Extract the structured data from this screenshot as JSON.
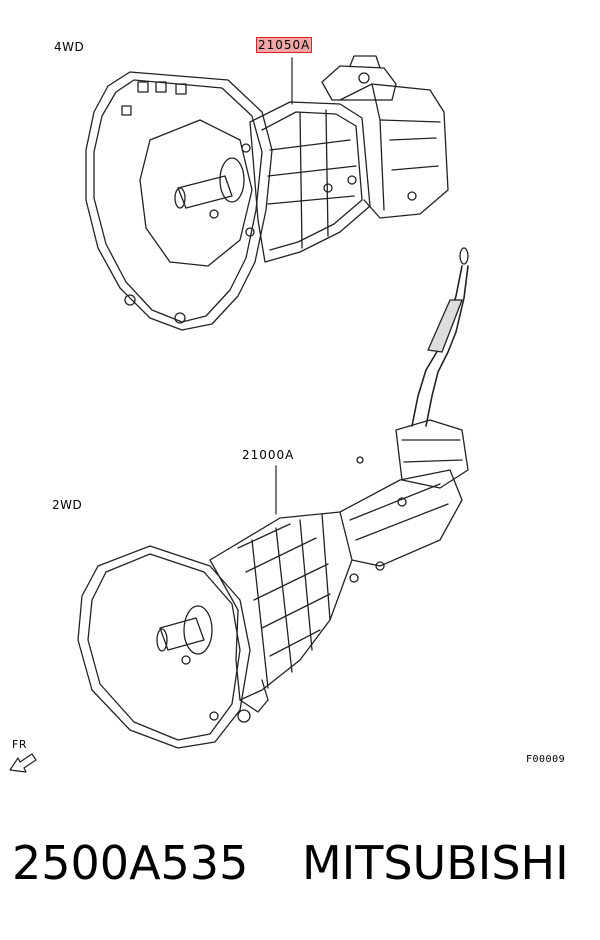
{
  "labels": {
    "top_variant": "4WD",
    "bottom_variant": "2WD",
    "top_part": "21050A",
    "bottom_part": "21000A",
    "front": "FR",
    "figure_code": "F00009"
  },
  "highlight_color": "#f2a6a6",
  "footer": {
    "part_number": "2500A535",
    "brand": "MITSUBISHI"
  }
}
